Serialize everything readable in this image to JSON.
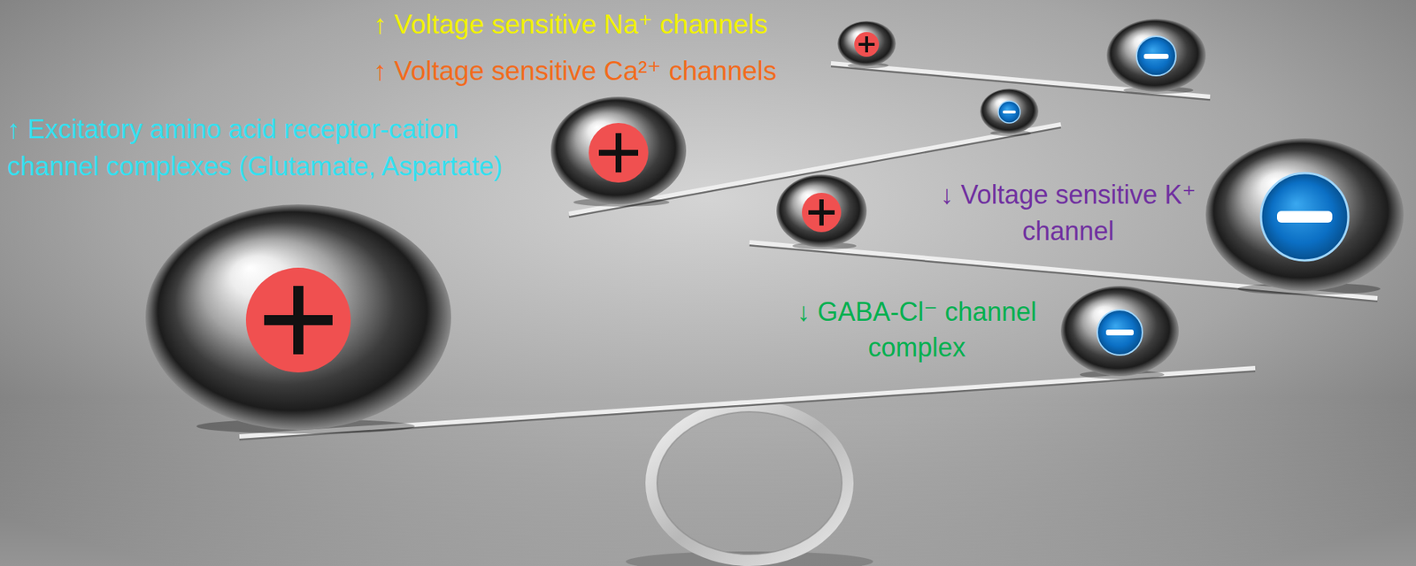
{
  "diagram": {
    "labels": [
      "↑ Voltage sensitive Na⁺ channels",
      "↑ Voltage sensitive Ca²⁺ channels",
      "↑ Excitatory amino acid receptor-cation channel complexes (Glutamate, Aspartate)",
      "↓ Voltage sensitive K⁺ channel",
      "↓ GABA-Cl⁻ channel complex"
    ]
  }
}
